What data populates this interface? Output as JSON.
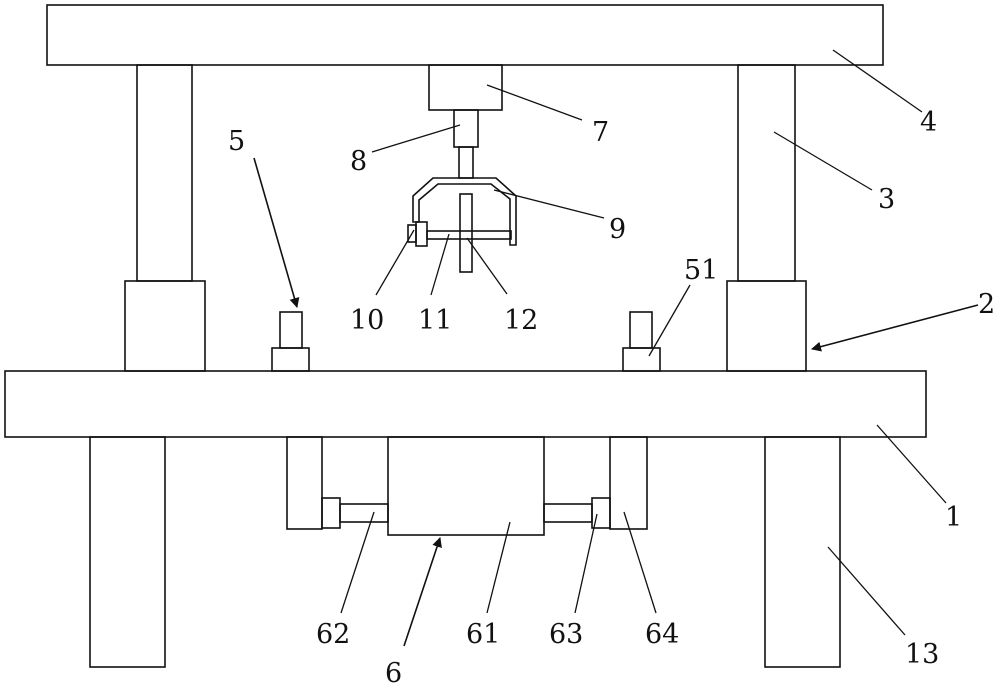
{
  "colors": {
    "line": "#111111",
    "background": "#ffffff"
  },
  "labels": {
    "base_plate": "1",
    "support_column_assembly": "2",
    "column": "3",
    "top_plate": "4",
    "positioning_pin": "5",
    "pin_seat": "51",
    "clamping_mechanism": "6",
    "center_block": "61",
    "left_rod": "62",
    "right_rod": "63",
    "right_cylinder": "64",
    "upper_cylinder": "7",
    "piston_rod": "8",
    "bracket": "9",
    "side_nut": "10",
    "screw_rod": "11",
    "disc": "12",
    "leg": "13"
  }
}
